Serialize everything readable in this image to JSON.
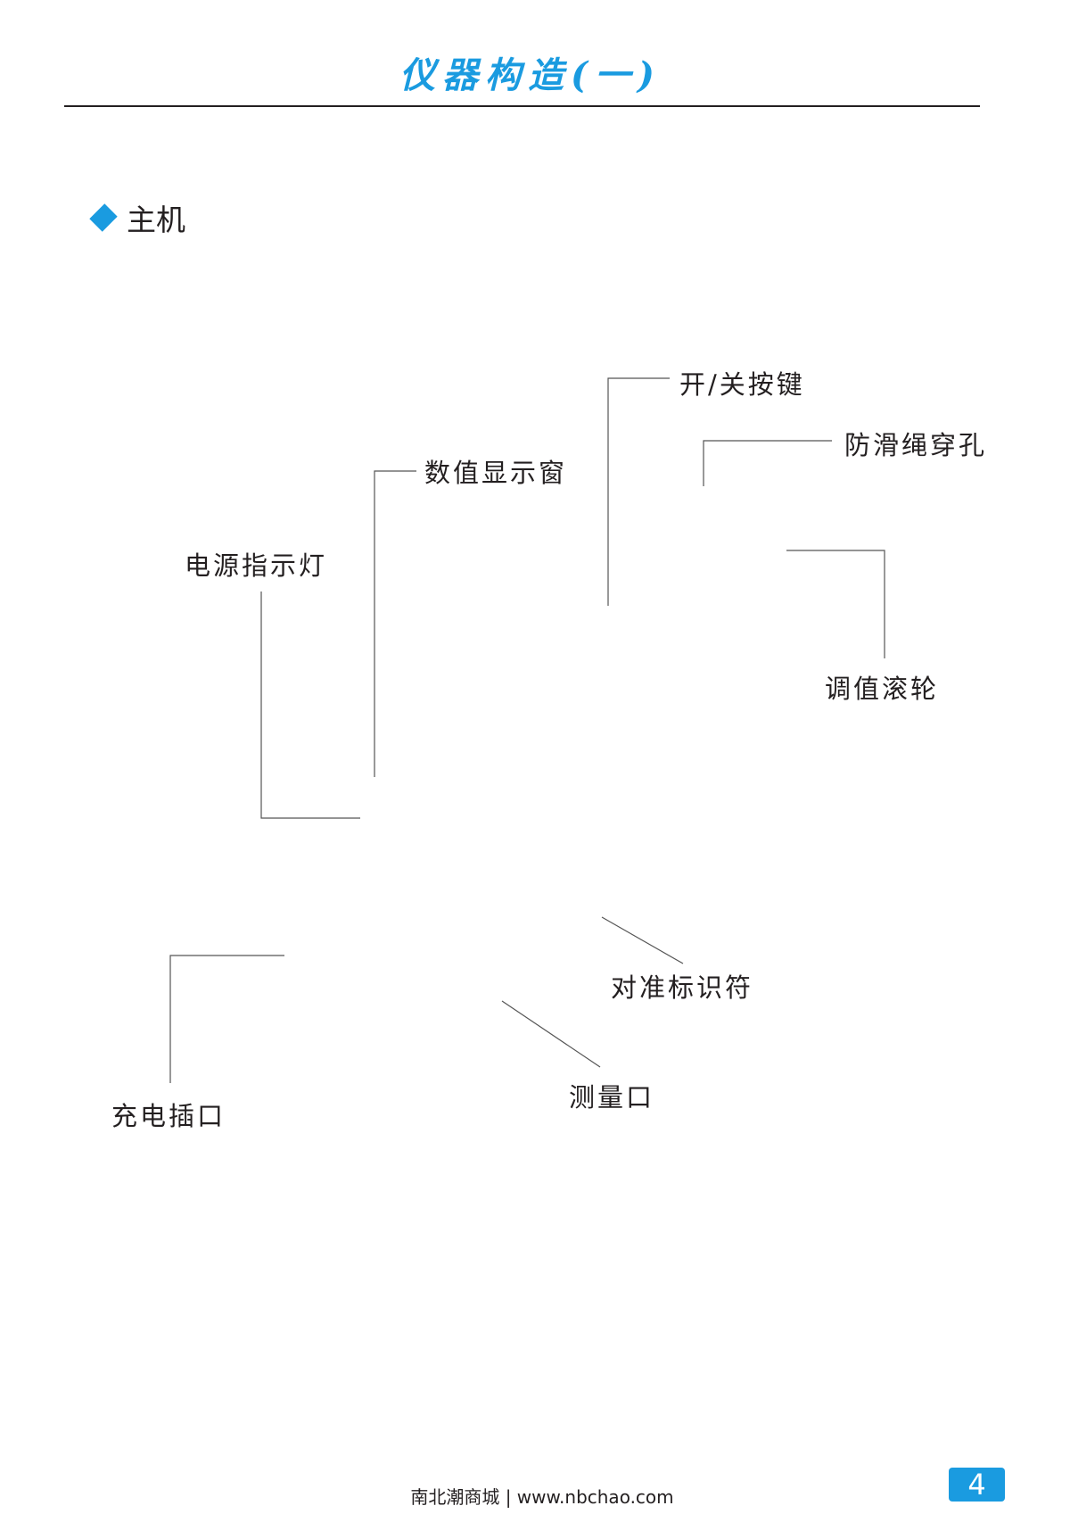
{
  "header": {
    "title": "仪器构造(一)"
  },
  "section": {
    "title": "主机"
  },
  "labels": {
    "power_key": "开/关按键",
    "strap_hole": "防滑绳穿孔",
    "display": "数值显示窗",
    "power_light": "电源指示灯",
    "adjust_wheel": "调值滚轮",
    "alignment_mark": "对准标识符",
    "measure_port": "测量口",
    "charge_port": "充电插口"
  },
  "footer": {
    "text": "南北潮商城 | www.nbchao.com",
    "page_number": "4"
  },
  "colors": {
    "accent": "#1a9be0",
    "line": "#555555"
  }
}
